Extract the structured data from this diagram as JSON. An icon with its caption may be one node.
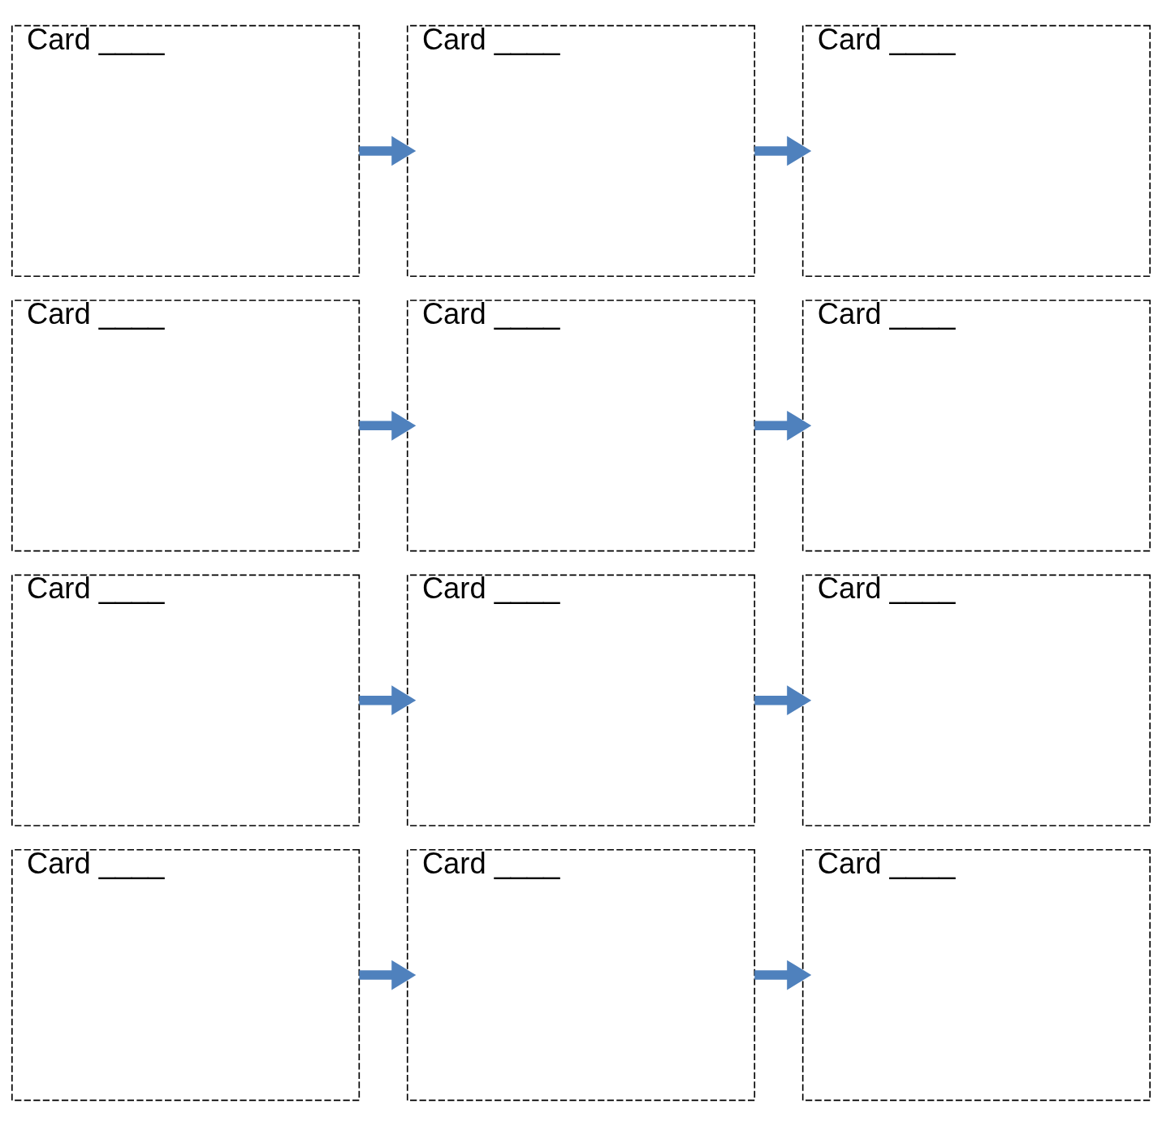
{
  "diagram": {
    "nodes": [
      {
        "text": [
          "Card ____"
        ]
      },
      {
        "text": [
          "Card ____"
        ]
      },
      {
        "text": [
          "Card ____"
        ]
      },
      {
        "text": [
          "Card ____"
        ]
      },
      {
        "text": [
          "Card ____"
        ]
      },
      {
        "text": [
          "Card ____"
        ]
      },
      {
        "text": [
          "Card ____"
        ]
      },
      {
        "text": [
          "Card ____"
        ]
      },
      {
        "text": [
          "Card ____"
        ]
      },
      {
        "text": [
          "Card ____"
        ]
      },
      {
        "text": [
          "Card ____"
        ]
      },
      {
        "text": [
          "Card ____"
        ]
      }
    ],
    "edges": [
      {
        "from": 0,
        "to": 1,
        "arrow": "to"
      },
      {
        "from": 1,
        "to": 2,
        "arrow": "to"
      },
      {
        "from": 3,
        "to": 4,
        "arrow": "to"
      },
      {
        "from": 4,
        "to": 5,
        "arrow": "to"
      },
      {
        "from": 6,
        "to": 7,
        "arrow": "to"
      },
      {
        "from": 7,
        "to": 8,
        "arrow": "to"
      },
      {
        "from": 9,
        "to": 10,
        "arrow": "to"
      },
      {
        "from": 10,
        "to": 11,
        "arrow": "to"
      }
    ]
  }
}
